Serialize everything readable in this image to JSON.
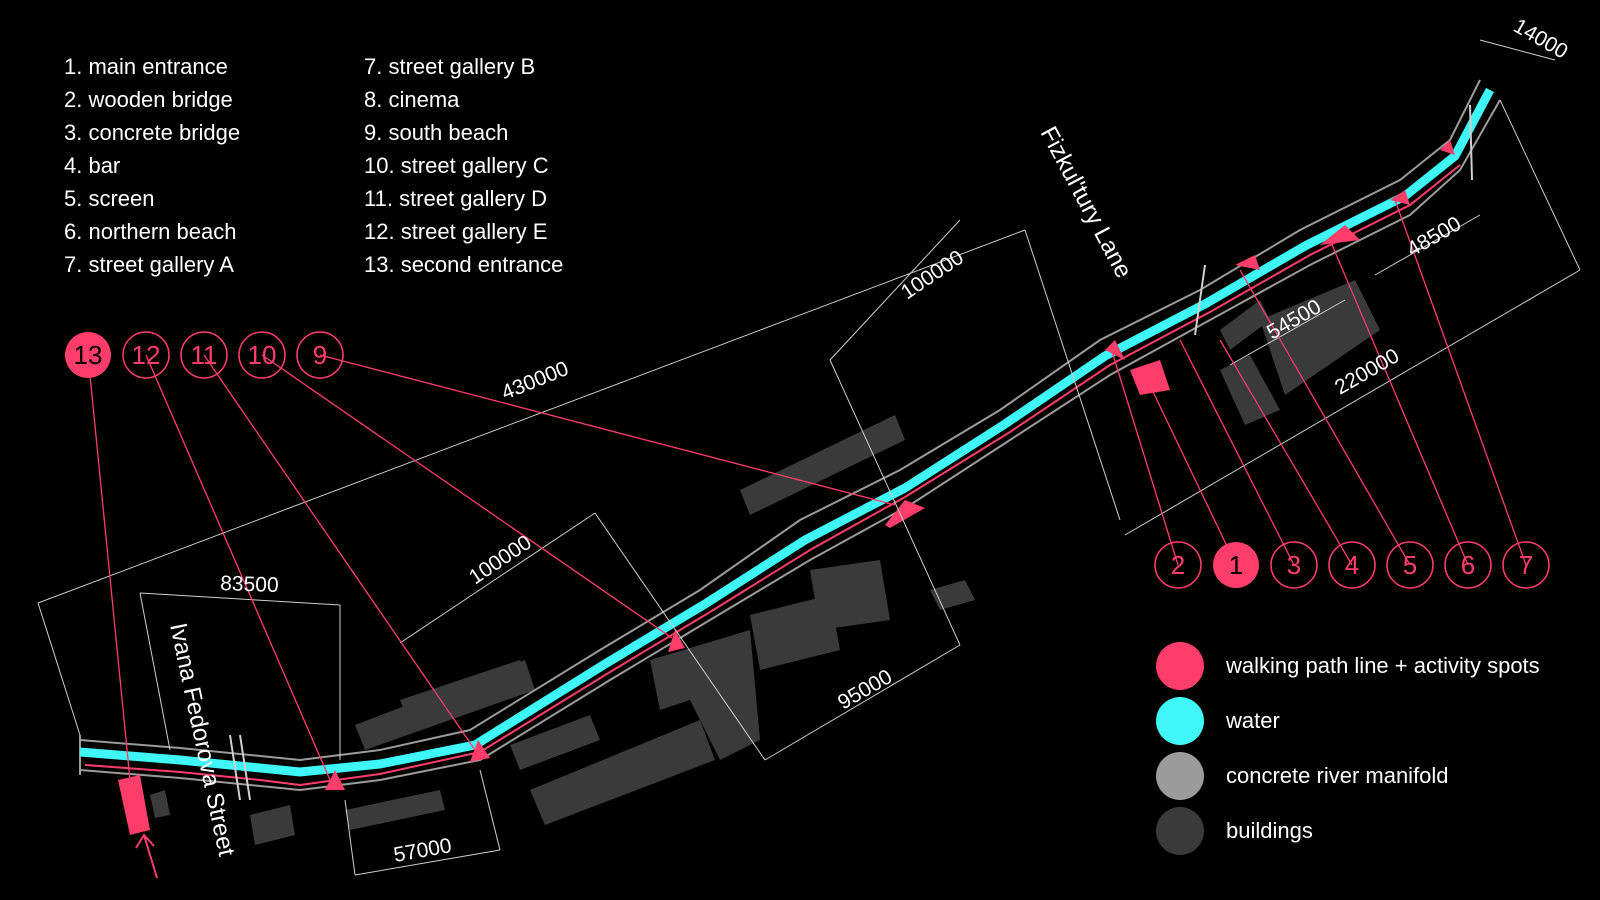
{
  "colors": {
    "walk": "#ff3d6b",
    "water": "#3ff7f7",
    "concrete": "#9b9b9b",
    "buildings": "#3a3a3a",
    "background": "#000000"
  },
  "list_left": [
    "1. main entrance",
    "2. wooden bridge",
    "3. concrete bridge",
    "4. bar",
    "5. screen",
    "6. northern beach",
    "7. street gallery A"
  ],
  "list_right": [
    "7. street gallery B",
    "8. cinema",
    "9. south beach",
    "10. street gallery C",
    "11. street gallery D",
    "12. street gallery E",
    "13. second entrance"
  ],
  "markers_top": [
    "13",
    "12",
    "11",
    "10",
    "9"
  ],
  "markers_bottom": [
    "2",
    "1",
    "3",
    "4",
    "5",
    "6",
    "7"
  ],
  "streets": {
    "ivana": "Ivana Fedorova Street",
    "fizkultury": "Fizkul'tury Lane"
  },
  "dimensions": {
    "d14000": "14000",
    "d100000_top": "100000",
    "d48500": "48500",
    "d54500": "54500",
    "d430000": "430000",
    "d220000": "220000",
    "d83500": "83500",
    "d100000_mid": "100000",
    "d95000": "95000",
    "d57000": "57000"
  },
  "key": [
    {
      "label": "walking path line + activity spots",
      "color": "#ff3d6b"
    },
    {
      "label": "water",
      "color": "#3ff7f7"
    },
    {
      "label": "concrete river manifold",
      "color": "#9b9b9b"
    },
    {
      "label": "buildings",
      "color": "#3a3a3a"
    }
  ]
}
